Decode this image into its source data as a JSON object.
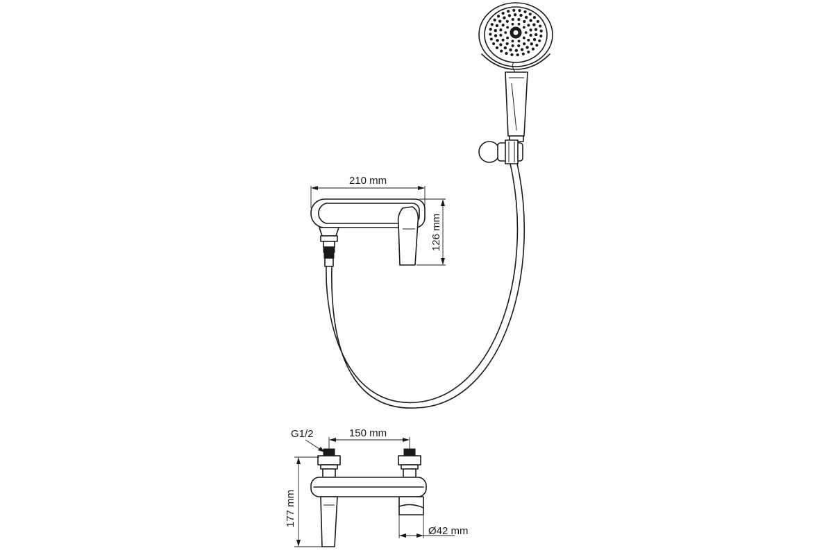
{
  "dimensions": {
    "body_width": "210 mm",
    "body_height": "126 mm",
    "inlet_spacing": "150 mm",
    "total_height": "177 mm",
    "outlet_diameter": "Ø42 mm",
    "thread": "G1/2"
  }
}
